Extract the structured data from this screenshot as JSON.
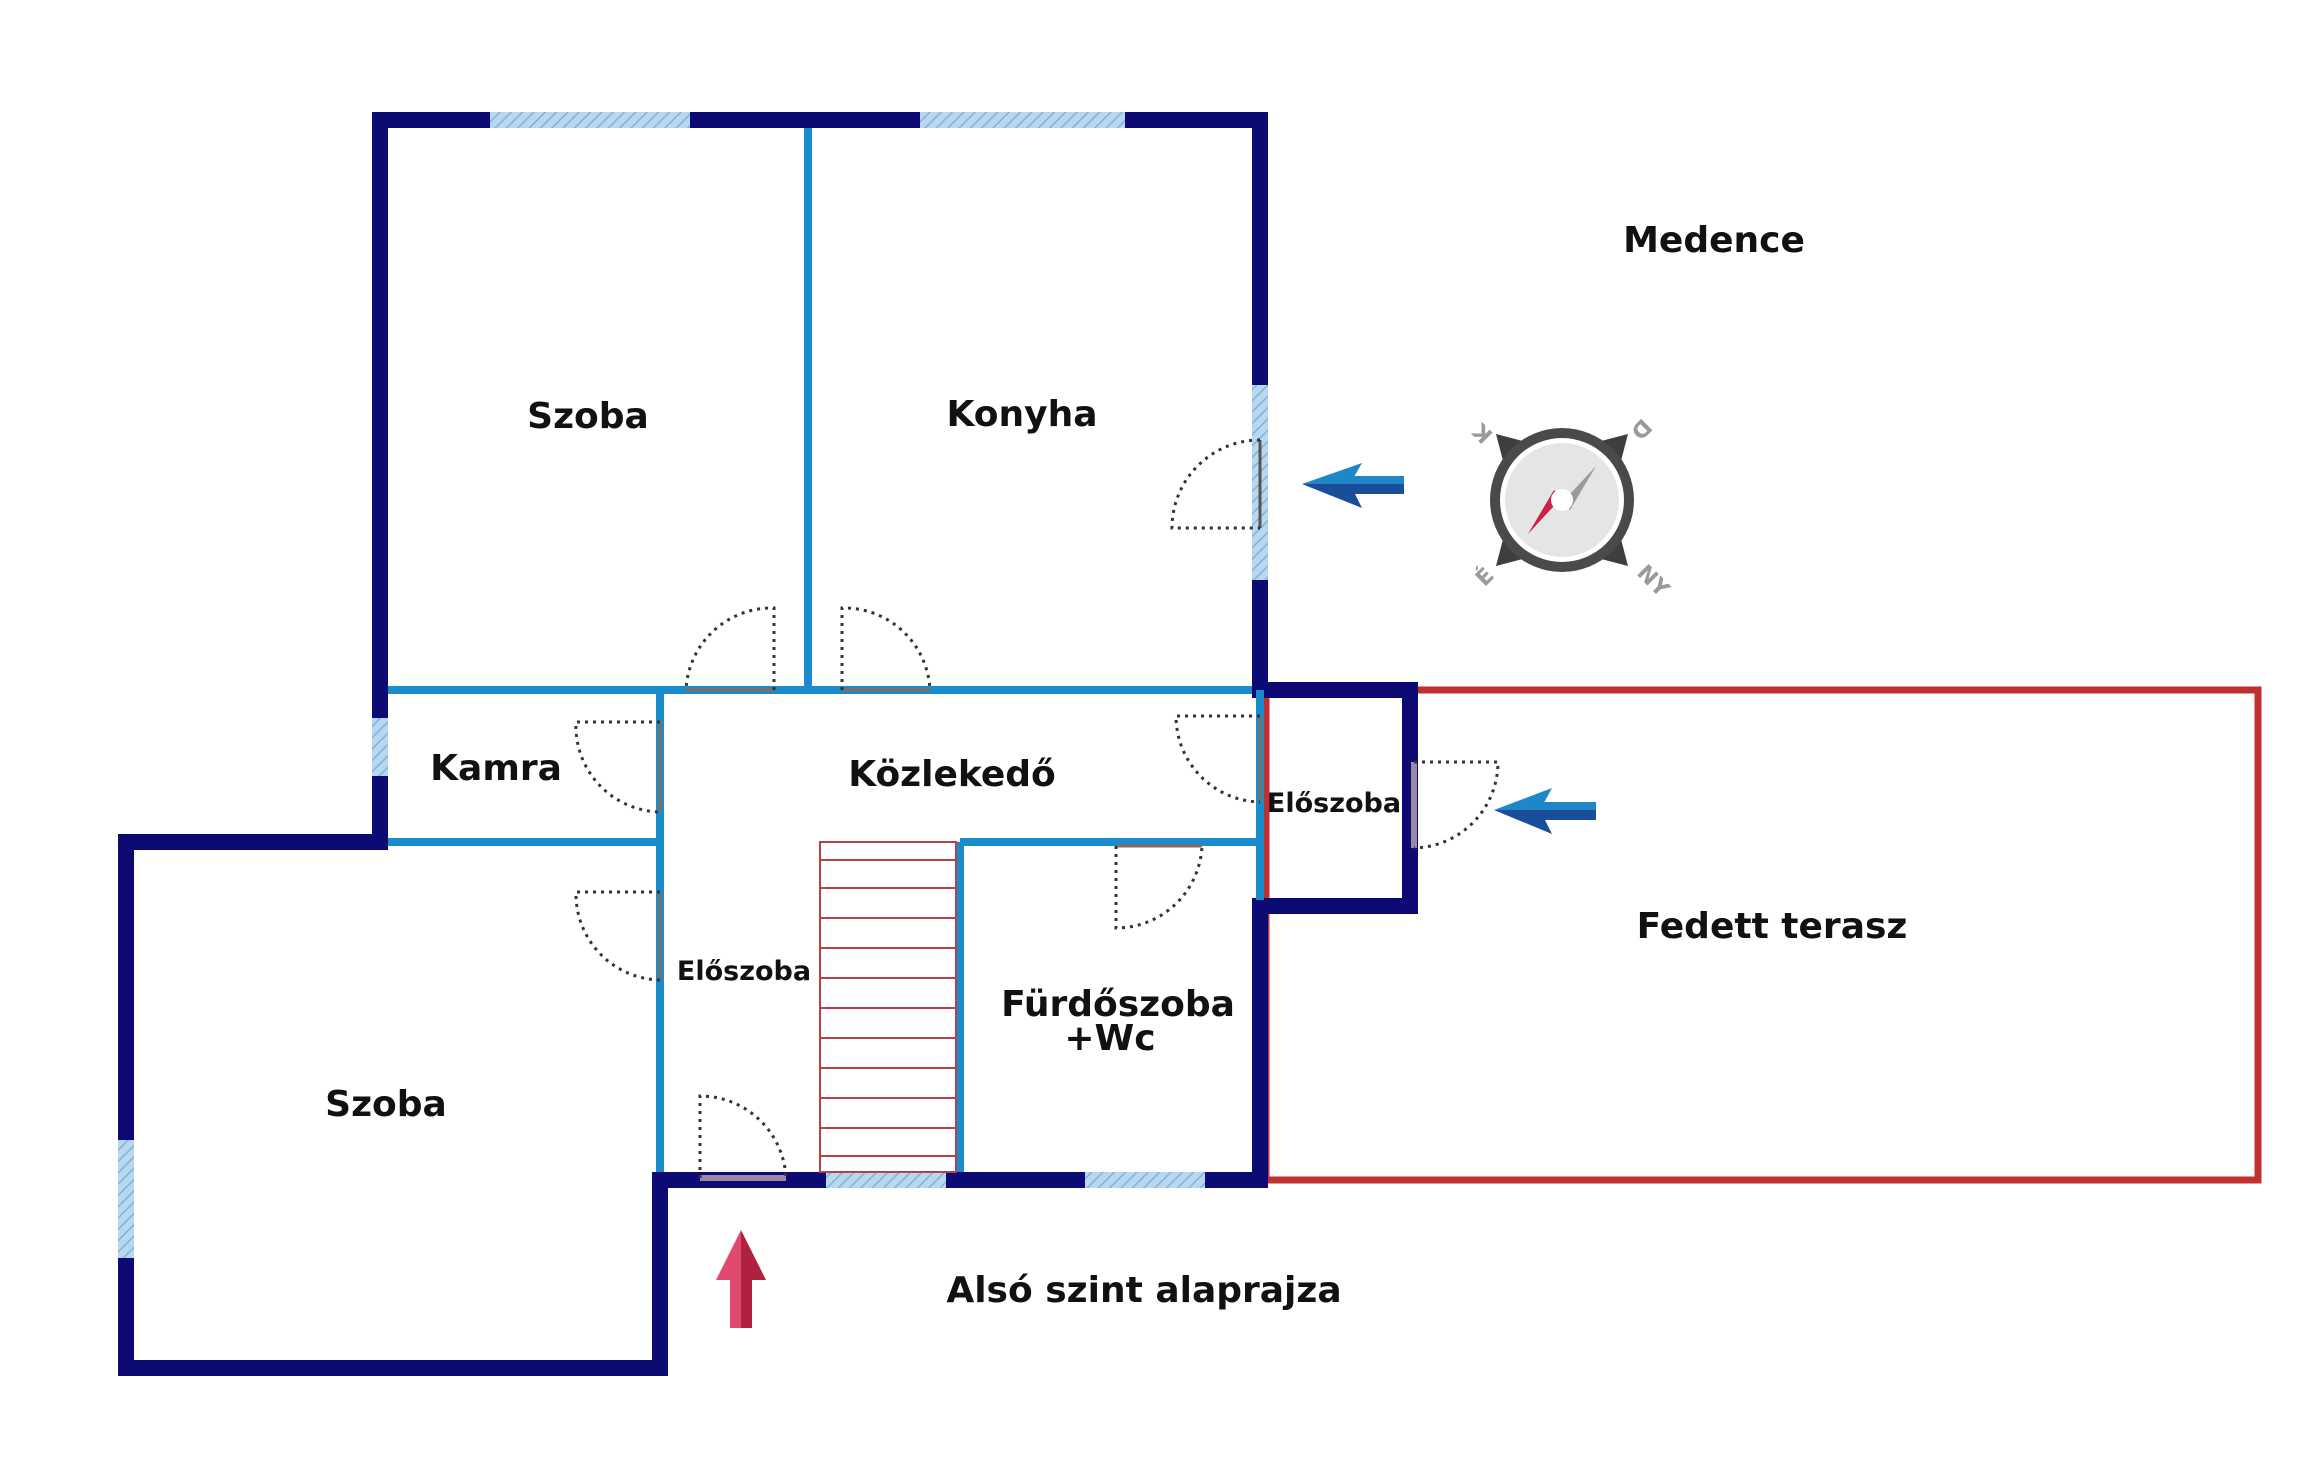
{
  "rooms": {
    "szoba_top": "Szoba",
    "konyha": "Konyha",
    "kamra": "Kamra",
    "kozlekedo": "Közlekedő",
    "eloszoba_right": "Előszoba",
    "eloszoba_center": "Előszoba",
    "furdo_line1": "Fürdőszoba",
    "furdo_line2": "+Wc",
    "szoba_bottom": "Szoba",
    "terasz": "Fedett terasz"
  },
  "outside": {
    "medence": "Medence"
  },
  "caption": "Alsó szint alaprajza",
  "compass": {
    "north": "É",
    "south": "D",
    "east": "K",
    "west": "NY"
  },
  "colors": {
    "exterior_wall": "#0b0b73",
    "interior_wall": "#1a8ccc",
    "terrace_outline": "#c0302f",
    "stairs": "#b84048",
    "window": "#9ec9e8",
    "entry_arrow_primary": "#1f86c8",
    "entry_arrow_main": "#cc2b52"
  }
}
